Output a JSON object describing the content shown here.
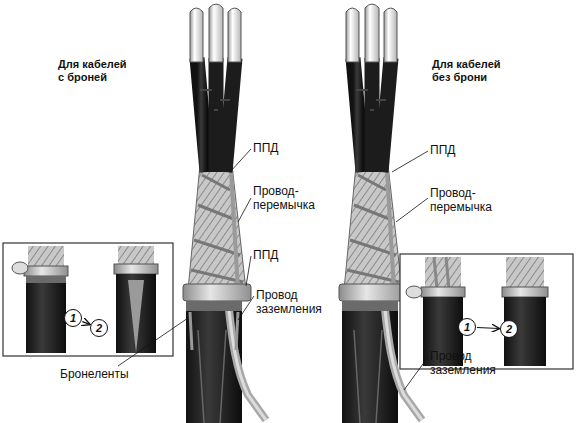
{
  "diagram": {
    "nodes": [
      {
        "text": [
          "1"
        ]
      },
      {
        "text": [
          "2"
        ]
      },
      {
        "text": [
          "1"
        ]
      },
      {
        "text": [
          "2"
        ]
      }
    ],
    "edges": [
      {
        "from": 0,
        "to": 1,
        "arrow": "to"
      },
      {
        "from": 2,
        "to": 3,
        "arrow": "to"
      }
    ],
    "labels": [
      "Для кабелей с броней",
      "ППД",
      "Провод- перемычка",
      "ППД",
      "Провод заземления",
      "Бронеленты",
      "Для кабелей без брони",
      "ППД",
      "Провод- перемычка",
      "Провод заземления"
    ]
  }
}
